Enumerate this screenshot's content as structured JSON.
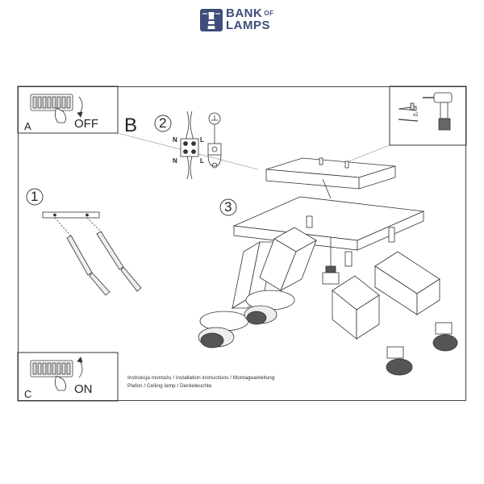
{
  "brand": {
    "word1": "BANK",
    "word2": "OF",
    "word3": "LAMPS",
    "color": "#3f4d7a"
  },
  "panels": {
    "a": {
      "letter": "A",
      "switch": "OFF"
    },
    "b": {
      "letter": "B"
    },
    "c": {
      "letter": "C",
      "switch": "ON"
    }
  },
  "steps": {
    "one": "1",
    "two": "2",
    "three": "3"
  },
  "wiring": {
    "n_top": "N",
    "l_top": "L",
    "n_bottom": "N",
    "l_bottom": "L"
  },
  "tools": {
    "quantity": "x2"
  },
  "instructions": {
    "line1": "Instrukcja montażu / installation instructions / Montageanleitung",
    "line2": "Plafon / Ceiling lamp / Deckeleuchte"
  },
  "icons": {
    "logo": "lighthouse-logo-icon",
    "breaker": "circuit-breaker-icon",
    "drill": "drill-icon",
    "ground": "ground-symbol-icon"
  }
}
